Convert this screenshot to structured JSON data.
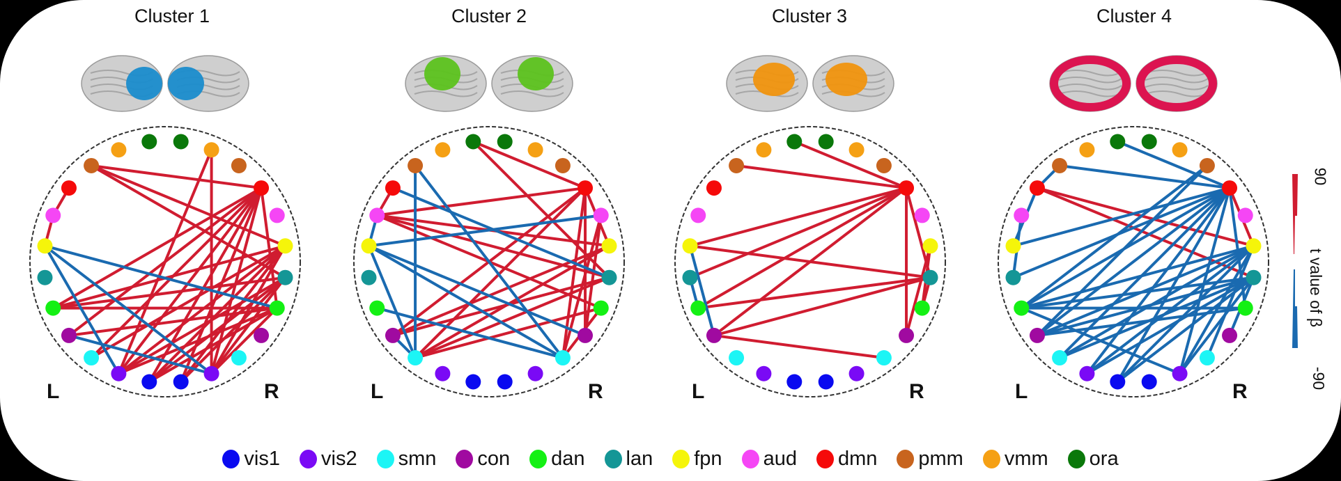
{
  "clusters": [
    {
      "title": "Cluster 1",
      "brain_highlight_color": "#1a8ccc",
      "edges": [
        [
          "L-pmm",
          "R-dmn",
          "pos"
        ],
        [
          "L-pmm",
          "R-fpn",
          "pos"
        ],
        [
          "L-pmm",
          "R-lan",
          "pos"
        ],
        [
          "L-dmn",
          "L-aud",
          "pos"
        ],
        [
          "L-aud",
          "L-fpn",
          "pos"
        ],
        [
          "R-vmm",
          "L-vis2",
          "pos"
        ],
        [
          "R-vmm",
          "R-vis2",
          "pos"
        ],
        [
          "R-dmn",
          "L-dan",
          "pos"
        ],
        [
          "R-dmn",
          "L-con",
          "pos"
        ],
        [
          "R-dmn",
          "L-vis2",
          "pos"
        ],
        [
          "R-dmn",
          "L-vis1",
          "pos"
        ],
        [
          "R-dmn",
          "R-vis1",
          "pos"
        ],
        [
          "R-dmn",
          "R-vis2",
          "pos"
        ],
        [
          "R-dmn",
          "L-smn",
          "pos"
        ],
        [
          "R-fpn",
          "L-dan",
          "pos"
        ],
        [
          "R-fpn",
          "L-vis2",
          "pos"
        ],
        [
          "R-fpn",
          "L-vis1",
          "pos"
        ],
        [
          "R-fpn",
          "R-vis1",
          "pos"
        ],
        [
          "R-fpn",
          "R-vis2",
          "pos"
        ],
        [
          "R-fpn",
          "L-smn",
          "pos"
        ],
        [
          "R-lan",
          "L-dan",
          "pos"
        ],
        [
          "R-lan",
          "L-vis2",
          "pos"
        ],
        [
          "R-lan",
          "L-vis1",
          "pos"
        ],
        [
          "R-lan",
          "R-vis2",
          "pos"
        ],
        [
          "R-lan",
          "R-vis1",
          "pos"
        ],
        [
          "R-dan",
          "L-dan",
          "pos"
        ],
        [
          "R-dan",
          "L-vis2",
          "pos"
        ],
        [
          "R-dan",
          "L-vis1",
          "pos"
        ],
        [
          "R-dan",
          "R-vis2",
          "pos"
        ],
        [
          "R-dan",
          "L-con",
          "pos"
        ],
        [
          "R-dmn",
          "R-dan",
          "pos"
        ],
        [
          "L-fpn",
          "R-dan",
          "neg"
        ],
        [
          "L-fpn",
          "L-vis2",
          "neg"
        ],
        [
          "L-fpn",
          "R-vis2",
          "neg"
        ],
        [
          "L-con",
          "R-vis2",
          "neg"
        ]
      ]
    },
    {
      "title": "Cluster 2",
      "brain_highlight_color": "#5cc21e",
      "edges": [
        [
          "L-ora",
          "R-dmn",
          "pos"
        ],
        [
          "L-ora",
          "R-lan",
          "pos"
        ],
        [
          "L-dmn",
          "L-aud",
          "pos"
        ],
        [
          "L-aud",
          "R-dmn",
          "pos"
        ],
        [
          "L-aud",
          "R-fpn",
          "pos"
        ],
        [
          "L-aud",
          "R-lan",
          "pos"
        ],
        [
          "L-aud",
          "R-dan",
          "pos"
        ],
        [
          "R-dmn",
          "L-con",
          "pos"
        ],
        [
          "R-dmn",
          "L-smn",
          "pos"
        ],
        [
          "R-dmn",
          "R-smn",
          "pos"
        ],
        [
          "R-dmn",
          "R-con",
          "pos"
        ],
        [
          "R-dmn",
          "R-fpn",
          "pos"
        ],
        [
          "R-fpn",
          "L-smn",
          "pos"
        ],
        [
          "R-fpn",
          "L-con",
          "pos"
        ],
        [
          "R-lan",
          "L-smn",
          "pos"
        ],
        [
          "R-lan",
          "L-con",
          "pos"
        ],
        [
          "R-aud",
          "R-smn",
          "pos"
        ],
        [
          "R-aud",
          "R-con",
          "pos"
        ],
        [
          "R-dan",
          "L-smn",
          "pos"
        ],
        [
          "R-dan",
          "R-smn",
          "pos"
        ],
        [
          "L-pmm",
          "L-smn",
          "neg"
        ],
        [
          "L-pmm",
          "R-smn",
          "neg"
        ],
        [
          "L-dmn",
          "R-lan",
          "neg"
        ],
        [
          "L-fpn",
          "R-aud",
          "neg"
        ],
        [
          "L-fpn",
          "L-smn",
          "neg"
        ],
        [
          "L-fpn",
          "R-smn",
          "neg"
        ],
        [
          "L-fpn",
          "R-con",
          "neg"
        ],
        [
          "L-fpn",
          "L-aud",
          "neg"
        ],
        [
          "L-dan",
          "R-smn",
          "neg"
        ],
        [
          "L-con",
          "L-smn",
          "neg"
        ]
      ]
    },
    {
      "title": "Cluster 3",
      "brain_highlight_color": "#f0930e",
      "edges": [
        [
          "L-ora",
          "R-dmn",
          "pos"
        ],
        [
          "L-pmm",
          "R-dmn",
          "pos"
        ],
        [
          "L-fpn",
          "R-dmn",
          "pos"
        ],
        [
          "L-fpn",
          "R-lan",
          "pos"
        ],
        [
          "L-lan",
          "R-dmn",
          "pos"
        ],
        [
          "L-dan",
          "R-dmn",
          "pos"
        ],
        [
          "L-dan",
          "R-lan",
          "pos"
        ],
        [
          "L-con",
          "R-dmn",
          "pos"
        ],
        [
          "L-con",
          "R-lan",
          "pos"
        ],
        [
          "L-con",
          "R-smn",
          "pos"
        ],
        [
          "R-dmn",
          "R-lan",
          "pos"
        ],
        [
          "R-dmn",
          "R-con",
          "pos"
        ],
        [
          "R-fpn",
          "R-con",
          "pos"
        ],
        [
          "R-lan",
          "R-dan",
          "pos"
        ],
        [
          "R-fpn",
          "R-dan",
          "pos"
        ],
        [
          "L-fpn",
          "L-con",
          "neg"
        ],
        [
          "L-lan",
          "L-dan",
          "neg"
        ]
      ]
    },
    {
      "title": "Cluster 4",
      "brain_highlight_color": "#dc1450",
      "edges": [
        [
          "L-dmn",
          "R-fpn",
          "pos"
        ],
        [
          "L-dmn",
          "R-lan",
          "pos"
        ],
        [
          "R-dmn",
          "R-fpn",
          "pos"
        ],
        [
          "L-ora",
          "R-dmn",
          "neg"
        ],
        [
          "L-pmm",
          "R-dmn",
          "neg"
        ],
        [
          "L-pmm",
          "L-dmn",
          "neg"
        ],
        [
          "L-dmn",
          "L-fpn",
          "neg"
        ],
        [
          "L-aud",
          "L-lan",
          "neg"
        ],
        [
          "L-fpn",
          "R-dmn",
          "neg"
        ],
        [
          "L-lan",
          "R-dmn",
          "neg"
        ],
        [
          "L-dan",
          "R-dmn",
          "neg"
        ],
        [
          "L-con",
          "R-dmn",
          "neg"
        ],
        [
          "L-smn",
          "R-dmn",
          "neg"
        ],
        [
          "L-vis2",
          "R-dmn",
          "neg"
        ],
        [
          "L-vis1",
          "R-dmn",
          "neg"
        ],
        [
          "L-dan",
          "R-fpn",
          "neg"
        ],
        [
          "L-dan",
          "R-lan",
          "neg"
        ],
        [
          "L-con",
          "R-fpn",
          "neg"
        ],
        [
          "L-con",
          "R-lan",
          "neg"
        ],
        [
          "L-smn",
          "R-fpn",
          "neg"
        ],
        [
          "L-smn",
          "R-lan",
          "neg"
        ],
        [
          "L-vis2",
          "R-fpn",
          "neg"
        ],
        [
          "L-vis2",
          "R-lan",
          "neg"
        ],
        [
          "L-vis1",
          "R-fpn",
          "neg"
        ],
        [
          "L-vis1",
          "R-lan",
          "neg"
        ],
        [
          "R-vis2",
          "R-fpn",
          "neg"
        ],
        [
          "R-vis2",
          "R-lan",
          "neg"
        ],
        [
          "R-vis2",
          "R-dmn",
          "neg"
        ],
        [
          "R-vis2",
          "L-dan",
          "neg"
        ],
        [
          "R-con",
          "R-lan",
          "neg"
        ],
        [
          "R-smn",
          "R-fpn",
          "neg"
        ],
        [
          "R-dan",
          "R-dmn",
          "neg"
        ],
        [
          "R-pmm",
          "L-dan",
          "neg"
        ],
        [
          "R-pmm",
          "L-con",
          "neg"
        ],
        [
          "L-dan",
          "R-dan",
          "neg"
        ],
        [
          "L-con",
          "R-dan",
          "neg"
        ]
      ]
    }
  ],
  "networks": [
    {
      "id": "vis1",
      "label": "vis1",
      "color": "#0a0af0"
    },
    {
      "id": "vis2",
      "label": "vis2",
      "color": "#7a0af5"
    },
    {
      "id": "smn",
      "label": "smn",
      "color": "#1cf5f5"
    },
    {
      "id": "con",
      "label": "con",
      "color": "#a00aa0"
    },
    {
      "id": "dan",
      "label": "dan",
      "color": "#14f014"
    },
    {
      "id": "lan",
      "label": "lan",
      "color": "#149696"
    },
    {
      "id": "fpn",
      "label": "fpn",
      "color": "#f5f50a"
    },
    {
      "id": "aud",
      "label": "aud",
      "color": "#f546f5"
    },
    {
      "id": "dmn",
      "label": "dmn",
      "color": "#f50a0a"
    },
    {
      "id": "pmm",
      "label": "pmm",
      "color": "#c8641e"
    },
    {
      "id": "vmm",
      "label": "vmm",
      "color": "#f5a014"
    },
    {
      "id": "ora",
      "label": "ora",
      "color": "#0a780a"
    }
  ],
  "hemisphere_labels": {
    "left": "L",
    "right": "R"
  },
  "edge_colors": {
    "pos": "#d01c30",
    "neg": "#1a6ab0"
  },
  "colorbar": {
    "max_label": "90",
    "min_label": "-90",
    "title": "t value of β"
  }
}
